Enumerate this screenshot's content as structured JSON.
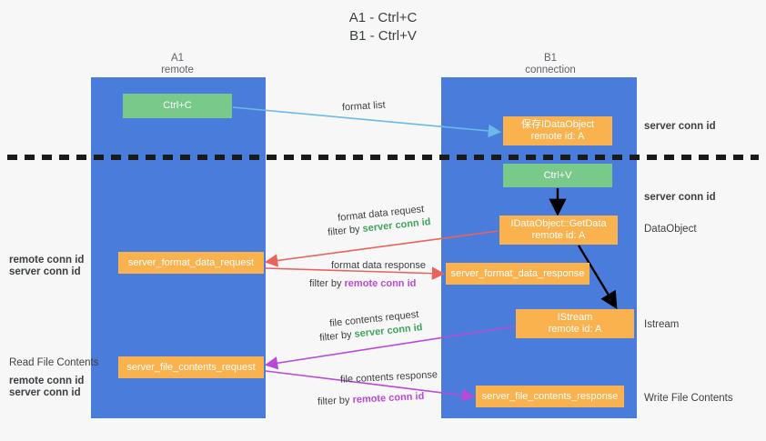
{
  "title": {
    "line1": "A1 - Ctrl+C",
    "line2": "B1 - Ctrl+V"
  },
  "lanes": [
    {
      "name": "A1",
      "sub": "remote"
    },
    {
      "name": "B1",
      "sub": "connection"
    }
  ],
  "boxes": {
    "ctrl_c": "Ctrl+C",
    "save_idataobject": "保存IDataObject",
    "save_idataobject_sub": "remote id: A",
    "ctrl_v": "Ctrl+V",
    "getdata": "IDataObject::GetData",
    "getdata_sub": "remote id: A",
    "istream": "IStream",
    "istream_sub": "remote id: A",
    "server_format_data_request": "server_format_data_request",
    "server_format_data_response": "server_format_data_response",
    "server_file_contents_request": "server_file_contents_request",
    "server_file_contents_response": "server_file_contents_response"
  },
  "edges": {
    "format_list": "format list",
    "format_data_request": "format data request",
    "format_data_request_filter_prefix": "filter by ",
    "format_data_request_filter_value": "server conn id",
    "format_data_response": "format data response",
    "format_data_response_filter_prefix": "filter by ",
    "format_data_response_filter_value": "remote conn id",
    "file_contents_request": "file contents request",
    "file_contents_request_filter_prefix": "filter by ",
    "file_contents_request_filter_value": "server conn id",
    "file_contents_response": "file contents response",
    "file_contents_response_filter_prefix": "filter by ",
    "file_contents_response_filter_value": "remote conn id"
  },
  "annotations": {
    "right_server_conn_id_1": "server conn id",
    "right_server_conn_id_2": "server conn id",
    "right_dataobject": "DataObject",
    "right_istream": "Istream",
    "right_write_file_contents": "Write File Contents",
    "left_remote_conn_id_1": "remote conn id",
    "left_server_conn_id_1": "server conn id",
    "left_read_file_contents": "Read File Contents",
    "left_remote_conn_id_2": "remote conn id",
    "left_server_conn_id_2": "server conn id"
  },
  "colors": {
    "lane": "#4a7ddb",
    "green_box": "#79c98a",
    "orange_box": "#f9b24e",
    "server_conn_id": "#3fa45b",
    "remote_conn_id": "#b94ad6",
    "arrow_blue": "#6bb9e8",
    "arrow_red": "#e8635a",
    "arrow_purple": "#b94ad6",
    "arrow_black": "#000000",
    "background": "#f7f7f7"
  }
}
